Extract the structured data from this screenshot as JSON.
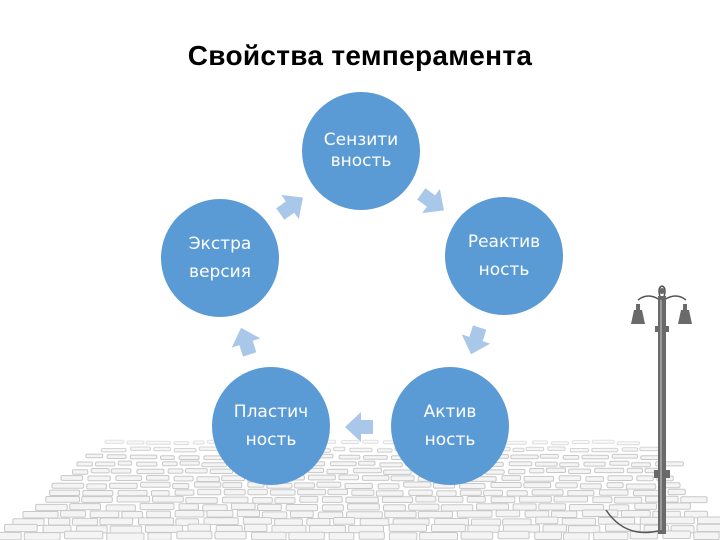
{
  "title": "Свойства темперамента",
  "nodes": [
    {
      "label": "Сензити\nвность"
    },
    {
      "label": "Реактив\nность"
    },
    {
      "label": "Актив\nность"
    },
    {
      "label": "Пластич\nность"
    },
    {
      "label": "Экстра\nверсия"
    }
  ],
  "colors": {
    "node_fill": "#5b9bd5",
    "arrow_fill": "#a9c7e8",
    "node_text": "#ffffff"
  },
  "icons": [
    "street-lamp-icon",
    "cobblestone-pavement"
  ]
}
